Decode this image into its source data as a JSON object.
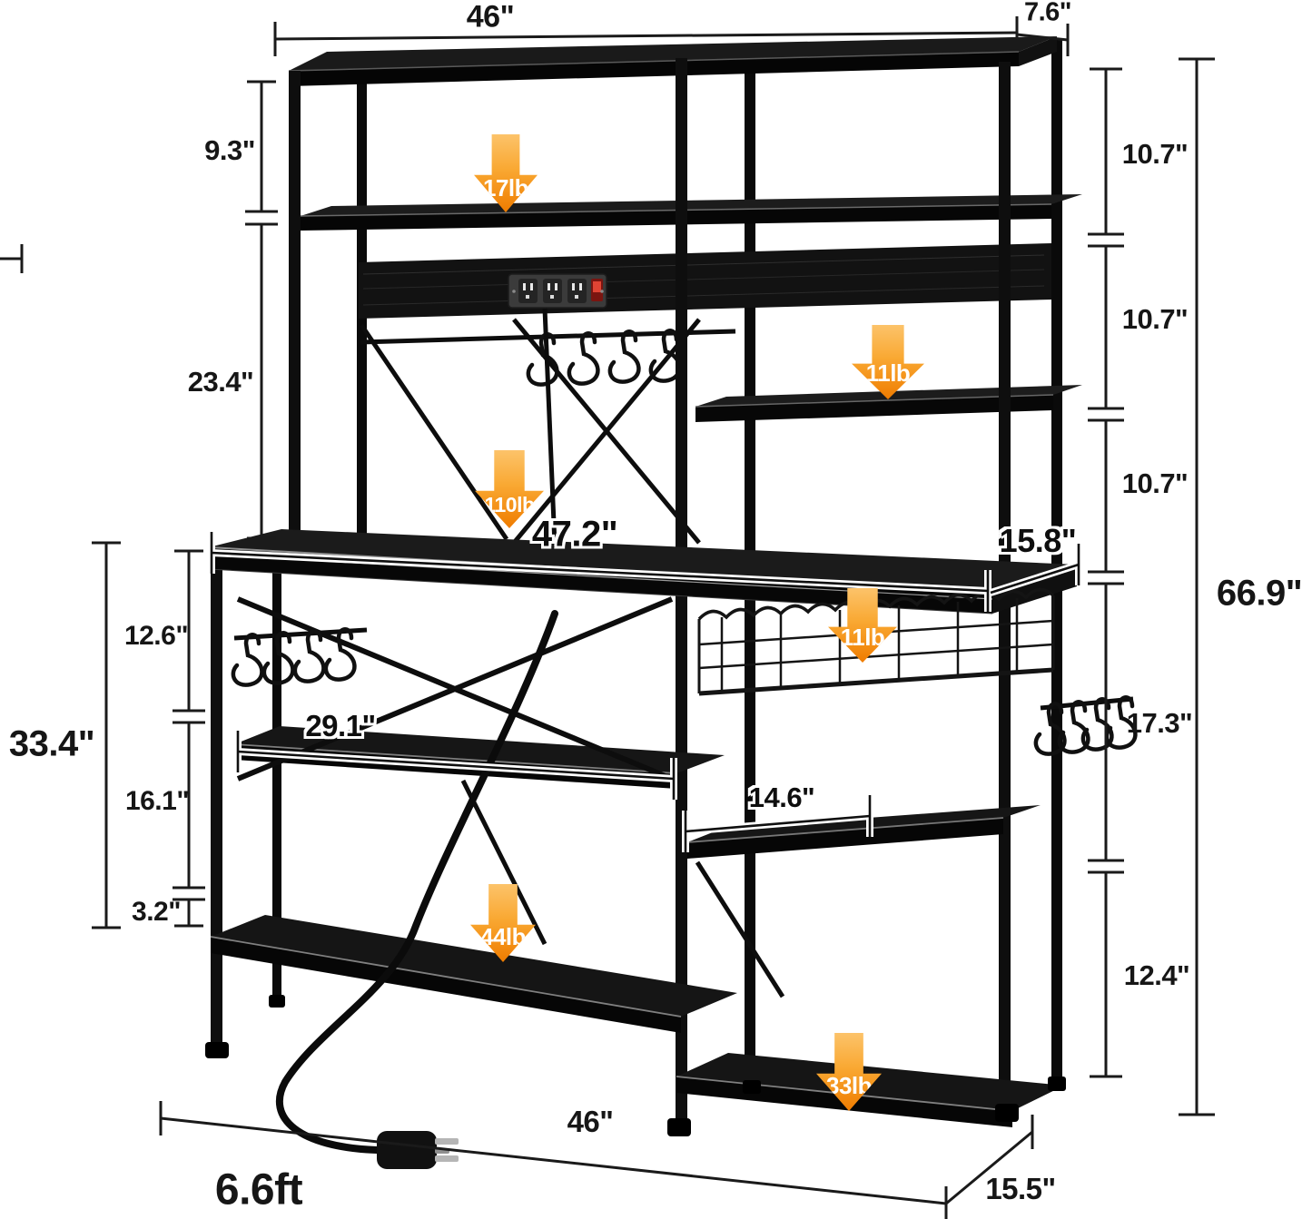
{
  "colors": {
    "rack_black": "#0E0E0E",
    "dimension_line": "#1A1A1A",
    "arrow_orange": "#EF7C00",
    "arrow_orange_light": "#FCC36A",
    "switch_red": "#C8382B"
  },
  "dimensions": {
    "top_width": "46\"",
    "top_depth": "7.6\"",
    "hutch_upper_gap": "9.3\"",
    "hutch_lower_gap": "23.4\"",
    "right_seg1": "10.7\"",
    "right_seg2": "10.7\"",
    "right_seg3": "10.7\"",
    "total_height": "66.9\"",
    "counter_width": "47.2\"",
    "counter_depth": "15.8\"",
    "left_seg1": "12.6\"",
    "left_seg2": "16.1\"",
    "left_seg3": "3.2\"",
    "lower_left_height": "33.4\"",
    "middle_shelf_width": "29.1\"",
    "right_shelf_width": "14.6\"",
    "right_seg4": "17.3\"",
    "right_seg5": "12.4\"",
    "base_width": "46\"",
    "base_depth": "15.5\"",
    "cord_length": "6.6ft"
  },
  "loads": [
    {
      "label": "17lb"
    },
    {
      "label": "11lb"
    },
    {
      "label": "110lb"
    },
    {
      "label": "11lb"
    },
    {
      "label": "44lb"
    },
    {
      "label": "33lb"
    }
  ]
}
